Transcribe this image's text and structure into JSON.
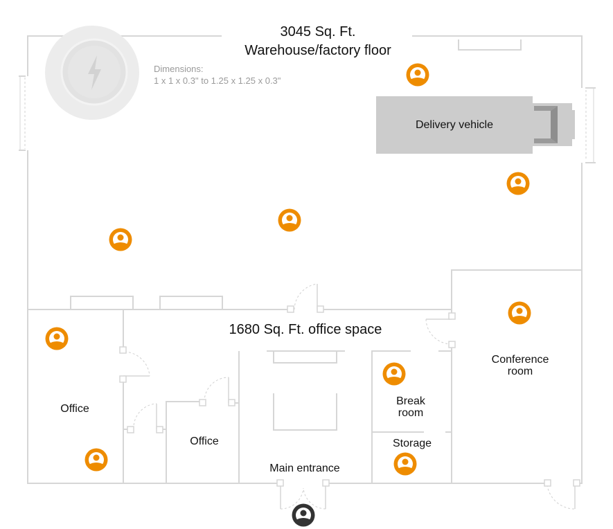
{
  "warehouse": {
    "area": "3045 Sq. Ft.",
    "name": "Warehouse/factory floor"
  },
  "office_space": {
    "title": "1680 Sq. Ft. office space"
  },
  "device": {
    "icon": "lightning-puck-icon",
    "dimensions_label": "Dimensions:",
    "dimensions_value": "1 x 1 x 0.3\" to 1.25 x 1.25 x 0.3\""
  },
  "vehicle": {
    "label": "Delivery vehicle"
  },
  "rooms": {
    "office_1": "Office",
    "office_2": "Office",
    "main_entrance": "Main entrance",
    "break_room_line1": "Break",
    "break_room_line2": "room",
    "storage": "Storage",
    "conference_line1": "Conference",
    "conference_line2": "room"
  },
  "colors": {
    "person_active": "#ee8c00",
    "person_entrance": "#333333",
    "vehicle": "#cccccc"
  }
}
